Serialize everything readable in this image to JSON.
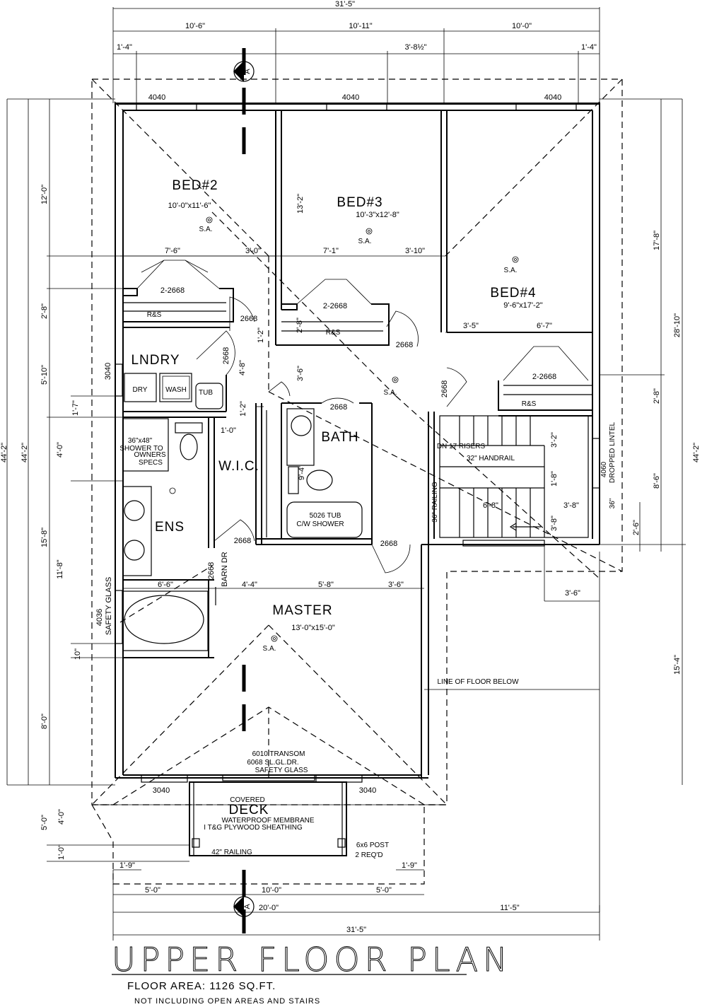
{
  "title": "UPPER FLOOR PLAN",
  "floor_area": "FLOOR AREA: 1126 SQ.FT.",
  "floor_area_note": "NOT INCLUDING OPEN AREAS AND STAIRS",
  "section_marker": "A",
  "rooms": {
    "bed2": {
      "name": "BED#2",
      "size": "10'-0\"x11'-6\""
    },
    "bed3": {
      "name": "BED#3",
      "size": "10'-3\"x12'-8\""
    },
    "bed4": {
      "name": "BED#4",
      "size": "9'-6\"x17'-2\""
    },
    "lndry": {
      "name": "LNDRY"
    },
    "bath": {
      "name": "BATH"
    },
    "wic": {
      "name": "W.I.C."
    },
    "ens": {
      "name": "ENS"
    },
    "master": {
      "name": "MASTER",
      "size": "13'-0\"x15'-0\""
    },
    "deck_covered": "COVERED",
    "deck": "DECK",
    "deck_note1": "WATERPROOF MEMBRANE",
    "deck_note2": "I T&G PLYWOOD SHEATHING"
  },
  "labels": {
    "sa": "S.A.",
    "dry": "DRY",
    "wash": "WASH",
    "tub": "TUB",
    "shower1": "36\"x48\"",
    "shower2": "SHOWER TO",
    "shower3": "OWNERS",
    "shower4": "SPECS",
    "tub5026_1": "5026 TUB",
    "tub5026_2": "C/W SHOWER",
    "rs": "R&S",
    "closet_door": "2-2668",
    "door2668": "2668",
    "win4040": "4040",
    "win3040": "3040",
    "win4036": "4036",
    "safety_glass": "SAFETY GLASS",
    "barn_dr": "BARN DR",
    "stairs_dn": "DN 17 RISERS",
    "handrail": "32\" HANDRAIL",
    "railing36": "36\" RAILING",
    "lintel1": "4060",
    "lintel2": "DROPPED LINTEL",
    "lintel3": "36\"",
    "transom1": "6010 TRANSOM",
    "transom2": "6068 SL.GL.DR.",
    "transom3": "SAFETY GLASS",
    "line_below": "LINE OF FLOOR BELOW",
    "post1": "6x6 POST",
    "post2": "2 REQ'D",
    "railing42": "42\" RAILING"
  },
  "dims": {
    "overall": "31'-5\"",
    "d10_6": "10'-6\"",
    "d10_11": "10'-11\"",
    "d10_0": "10'-0\"",
    "d1_4": "1'-4\"",
    "d3_8h": "3'-8½\"",
    "d12_0": "12'-0\"",
    "d2_8": "2'-8\"",
    "d5_10": "5'-10\"",
    "d1_7": "1'-7\"",
    "d4_0": "4'-0\"",
    "d15_8": "15'-8\"",
    "d11_8": "11'-8\"",
    "d10in": "10\"",
    "d8_0": "8'-0\"",
    "d5_0": "5'-0\"",
    "d1_0": "1'-0\"",
    "d44_2": "44'-2\"",
    "d13_2": "13'-2\"",
    "d7_6": "7'-6\"",
    "d3_0": "3'-0\"",
    "d7_1": "7'-1\"",
    "d3_10": "3'-10\"",
    "d1_2": "1'-2\"",
    "d3_6": "3'-6\"",
    "d4_8": "4'-8\"",
    "d1_0b": "1'-0\"",
    "d9_4": "9'-4\"",
    "d3_5": "3'-5\"",
    "d6_7": "6'-7\"",
    "d3_2": "3'-2\"",
    "d1_8": "1'-8\"",
    "d6_8": "6'-8\"",
    "d3_8": "3'-8\"",
    "d17_8": "17'-8\"",
    "d28_10": "28'-10\"",
    "d8_6": "8'-6\"",
    "d2_6": "2'-6\"",
    "d15_4": "15'-4\"",
    "d6_6": "6'-6\"",
    "d4_4": "4'-4\"",
    "d5_8": "5'-8\"",
    "d1_9": "1'-9\"",
    "d20_0": "20'-0\"",
    "d11_5": "11'-5\""
  }
}
